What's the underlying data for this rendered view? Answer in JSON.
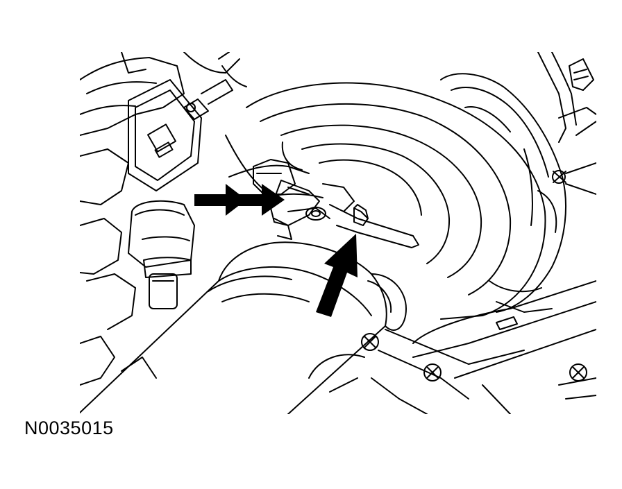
{
  "figure": {
    "id_label": "N0035015",
    "line_color": "#000000",
    "background_color": "#ffffff",
    "callouts": [
      {
        "icon": "arrow-right-icon",
        "points_at": "hose-clamp"
      },
      {
        "icon": "arrow-right-icon",
        "points_at": "hose-clamp"
      },
      {
        "icon": "arrow-up-icon",
        "points_at": "clamp-screw"
      }
    ]
  }
}
